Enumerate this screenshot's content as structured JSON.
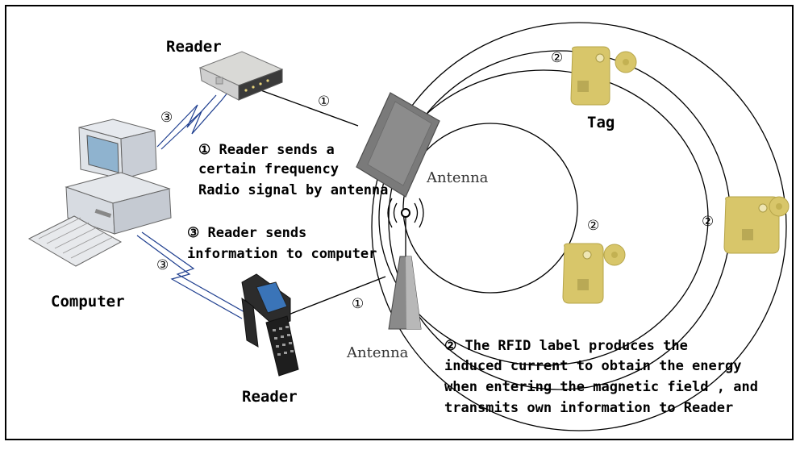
{
  "labels": {
    "reader_top": "Reader",
    "reader_bottom": "Reader",
    "computer": "Computer",
    "tag": "Tag",
    "antenna_panel": "Antenna",
    "antenna_tower": "Antenna"
  },
  "markers": {
    "one": "①",
    "two": "②",
    "three": "③"
  },
  "steps": {
    "step1": [
      "① Reader sends a",
      "certain  frequency",
      "Radio signal by antenna"
    ],
    "step2": [
      "② The RFID label  produces the",
      "induced current to obtain the energy",
      "when entering the magnetic field , and",
      "transmits own information to Reader"
    ],
    "step3": [
      "③ Reader sends",
      "information  to computer"
    ]
  },
  "colors": {
    "border": "#000000",
    "signal_wave": "#1f3f8f",
    "tag_yellow": "#d8c66a",
    "antenna_gray": "#6f6f6f"
  }
}
